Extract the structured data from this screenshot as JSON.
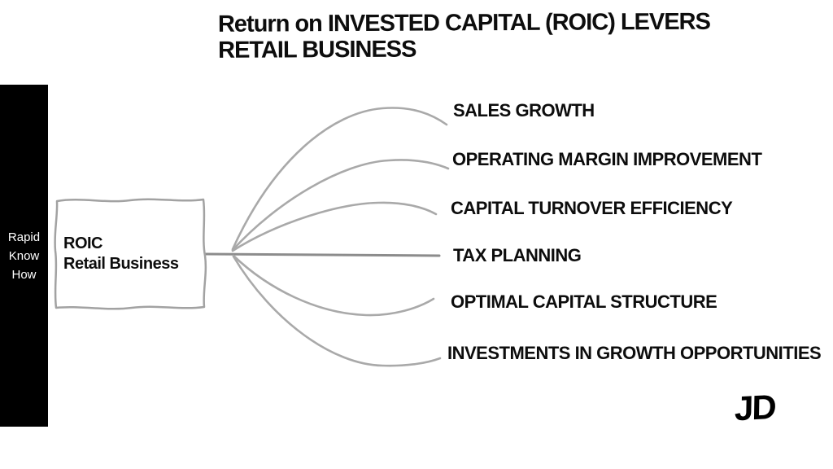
{
  "title": {
    "lines": [
      "Return on INVESTED CAPITAL (ROIC) LEVERS",
      "RETAIL BUSINESS"
    ]
  },
  "sidebar": {
    "lines": [
      "Rapid",
      "Know",
      "How"
    ]
  },
  "node": {
    "lines": [
      "ROIC",
      "Retail Business"
    ]
  },
  "branches": [
    {
      "label": "SALES GROWTH"
    },
    {
      "label": "OPERATING MARGIN IMPROVEMENT"
    },
    {
      "label": "CAPITAL TURNOVER EFFICIENCY"
    },
    {
      "label": "TAX PLANNING"
    },
    {
      "label": "OPTIMAL CAPITAL STRUCTURE"
    },
    {
      "label": "INVESTMENTS IN GROWTH OPPORTUNITIES"
    }
  ],
  "signature": "JD",
  "colors": {
    "connector": "#a9a9a9",
    "connector_dark": "#8c8c8c",
    "box_border": "#a2a2a2",
    "ink": "#0d0d0d",
    "sidebar_bg": "#000000",
    "sidebar_text": "#ffffff",
    "background": "#ffffff"
  }
}
